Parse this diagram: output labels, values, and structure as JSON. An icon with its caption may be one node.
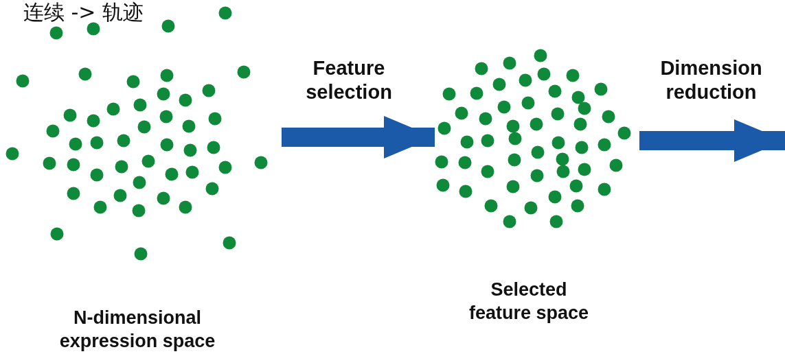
{
  "diagram": {
    "nodes": [
      {
        "text": [],
        "shape": "cloud",
        "beside": [
          "N-dimensional expression space"
        ]
      },
      {
        "text": [],
        "shape": "cloud",
        "beside": [
          "Selected feature space"
        ]
      }
    ],
    "edges": [
      {
        "from": 0,
        "to": 1,
        "arrow": "to",
        "label": "Feature selection"
      },
      {
        "from": 1,
        "to": null,
        "arrow": "to",
        "label": "Dimension reduction"
      }
    ],
    "labels": [
      "连续 -> 轨迹"
    ]
  }
}
